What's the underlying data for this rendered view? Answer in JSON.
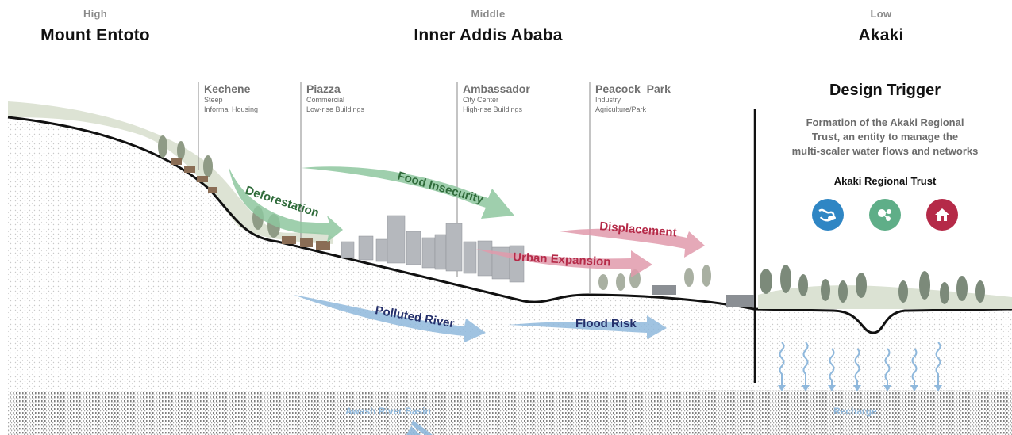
{
  "zones": [
    {
      "level": "High",
      "name": "Mount Entoto"
    },
    {
      "level": "Middle",
      "name": "Inner Addis Ababa"
    },
    {
      "level": "Low",
      "name": "Akaki"
    }
  ],
  "sites": [
    {
      "name": "Kechene",
      "lines": [
        "Steep",
        "Informal Housing"
      ]
    },
    {
      "name": "Piazza",
      "lines": [
        "Commercial",
        "Low-rise Buildings"
      ]
    },
    {
      "name": "Ambassador",
      "lines": [
        "City Center",
        "High-rise Buildings"
      ]
    },
    {
      "name": "Peacock  Park",
      "lines": [
        "Industry",
        "Agriculture/Park"
      ]
    }
  ],
  "flows": {
    "deforestation": "Deforestation",
    "food_insecurity": "Food Insecurity",
    "displacement": "Displacement",
    "urban_expansion": "Urban Expansion",
    "polluted_river": "Polluted River",
    "flood_risk": "Flood Risk",
    "aquifer": "Awash River Basin",
    "recharge": "Recharge"
  },
  "design_trigger": {
    "title": "Design Trigger",
    "description": [
      "Formation of the Akaki Regional",
      "Trust, an entity to manage the",
      "multi-scaler water flows and networks"
    ],
    "trust_title": "Akaki Regional Trust",
    "icons": [
      {
        "name": "water-flow-icon",
        "color": "#2f86c4"
      },
      {
        "name": "network-icon",
        "color": "#5fae88"
      },
      {
        "name": "housing-icon",
        "color": "#b52a48"
      }
    ]
  },
  "colors": {
    "green_flow": "#8ec79f",
    "red_flow": "#e19aab",
    "blue_flow": "#8fb8dc",
    "green_text": "#2f6b3a",
    "red_text": "#b52a48",
    "blue_text": "#25306b"
  }
}
